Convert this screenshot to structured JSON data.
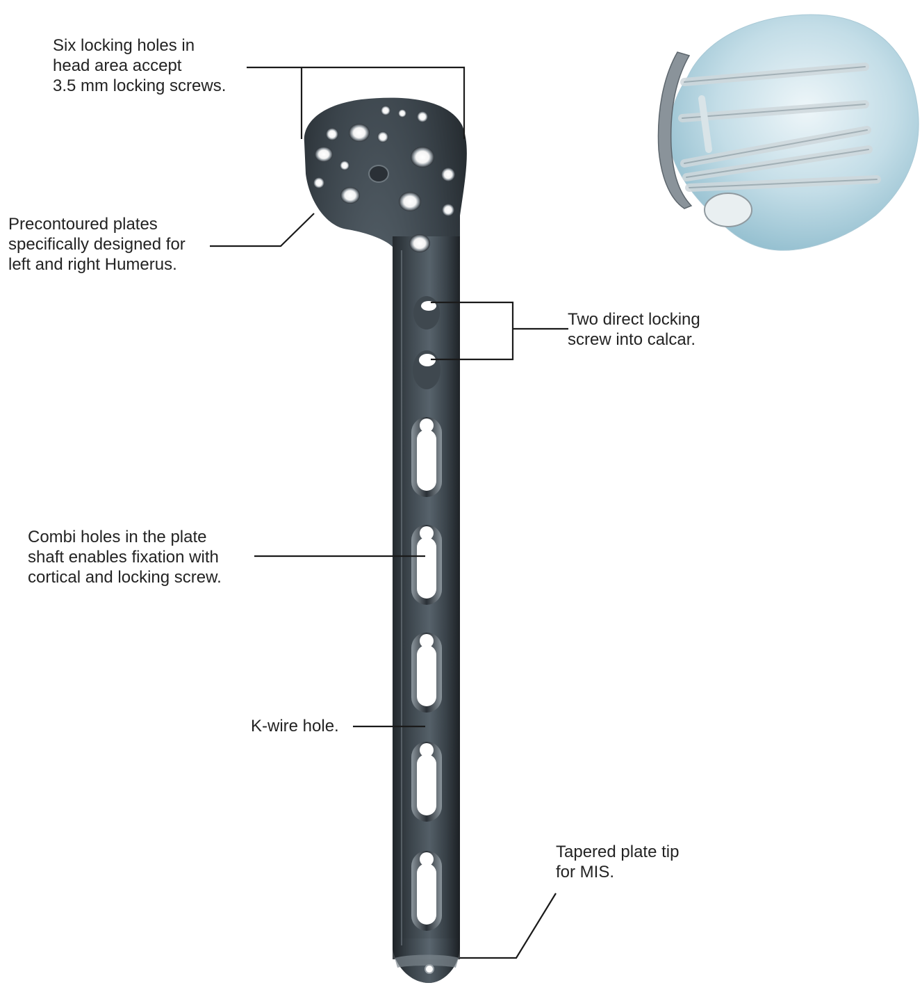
{
  "annotations": {
    "six_locking_holes": "Six locking holes in\nhead area accept\n3.5 mm locking screws.",
    "precontoured": "Precontoured plates\nspecifically designed for\nleft and right Humerus.",
    "two_direct": "Two direct locking\nscrew into calcar.",
    "combi_holes": "Combi holes in the plate\nshaft enables fixation with\ncortical and locking screw.",
    "tapered_tip": "Tapered plate tip\nfor MIS.",
    "kwire": "K-wire hole."
  },
  "colors": {
    "plate_dark": "#2a3036",
    "plate_mid": "#4f5961",
    "plate_light": "#7d878f",
    "leader_line": "#1a1a1a",
    "bone_blue": "#9fc6d6"
  }
}
